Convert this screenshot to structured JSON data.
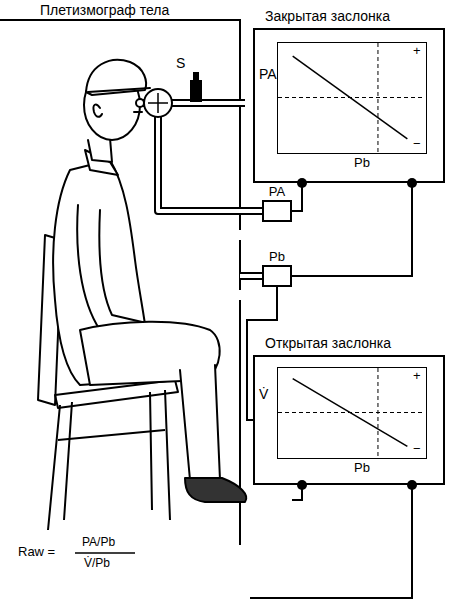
{
  "diagram": {
    "title": "Плетизмограф тела",
    "nodes": [
      {
        "text": [
          "Закрытая заслонка",
          "PA",
          "Pb",
          "+",
          "−"
        ]
      },
      {
        "text": [
          "Открытая заслонка",
          "V̇",
          "Pb",
          "+",
          "−"
        ]
      },
      {
        "text": [
          "PA"
        ]
      },
      {
        "text": [
          "Pb"
        ]
      }
    ],
    "edges": [
      {
        "from": 2,
        "to": 0,
        "arrow": "none"
      },
      {
        "from": 3,
        "to": 0,
        "arrow": "none"
      },
      {
        "from": 3,
        "to": 1,
        "arrow": "none"
      }
    ],
    "labels": [
      "S",
      "Raw =",
      "PA/Pb",
      "V̇/Pb"
    ]
  }
}
